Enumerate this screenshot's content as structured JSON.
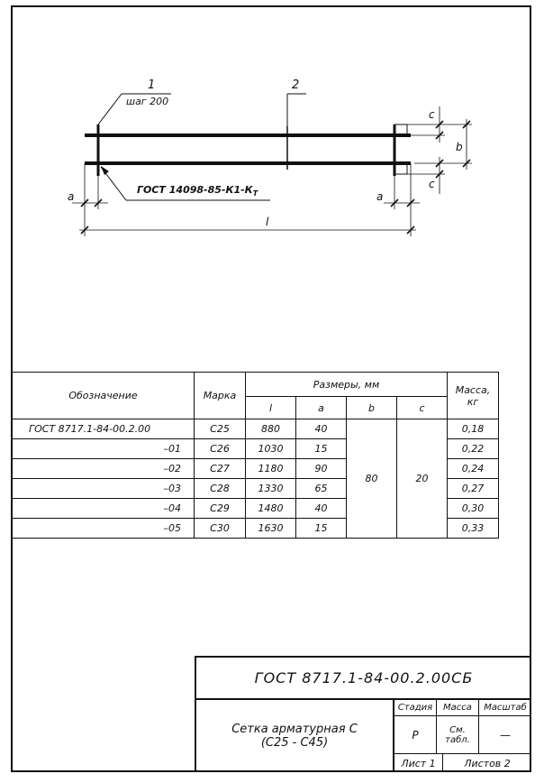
{
  "drawing": {
    "callout_1": "1",
    "callout_1_note": "шаг 200",
    "callout_2": "2",
    "weld_note": "ГОСТ 14098-85-К1-К",
    "weld_note_sub": "Т",
    "dim_a_left": "a",
    "dim_a_right": "a",
    "dim_c_top": "c",
    "dim_c_bottom": "c",
    "dim_b": "b",
    "dim_l": "l"
  },
  "table": {
    "headers": {
      "designation": "Обозначение",
      "mark": "Марка",
      "dimensions": "Размеры, мм",
      "l": "l",
      "a": "a",
      "b": "b",
      "c": "c",
      "mass": "Масса,",
      "mass_unit": "кг"
    },
    "shared_b": "80",
    "shared_c": "20",
    "rows": [
      {
        "designation": "ГОСТ 8717.1-84-00.2.00",
        "mark": "С25",
        "l": "880",
        "a": "40",
        "mass": "0,18"
      },
      {
        "designation": "–01",
        "mark": "С26",
        "l": "1030",
        "a": "15",
        "mass": "0,22"
      },
      {
        "designation": "–02",
        "mark": "С27",
        "l": "1180",
        "a": "90",
        "mass": "0,24"
      },
      {
        "designation": "–03",
        "mark": "С28",
        "l": "1330",
        "a": "65",
        "mass": "0,27"
      },
      {
        "designation": "–04",
        "mark": "С29",
        "l": "1480",
        "a": "40",
        "mass": "0,30"
      },
      {
        "designation": "–05",
        "mark": "С30",
        "l": "1630",
        "a": "15",
        "mass": "0,33"
      }
    ]
  },
  "title_block": {
    "document_code": "ГОСТ 8717.1-84-00.2.00СБ",
    "name_line1": "Сетка арматурная С",
    "name_line2": "(С25 - С45)",
    "stage_label": "Стадия",
    "mass_label": "Масса",
    "scale_label": "Масштаб",
    "stage_value": "Р",
    "mass_value_line1": "См.",
    "mass_value_line2": "табл.",
    "scale_value": "—",
    "sheet": "Лист 1",
    "sheets": "Листов 2"
  }
}
